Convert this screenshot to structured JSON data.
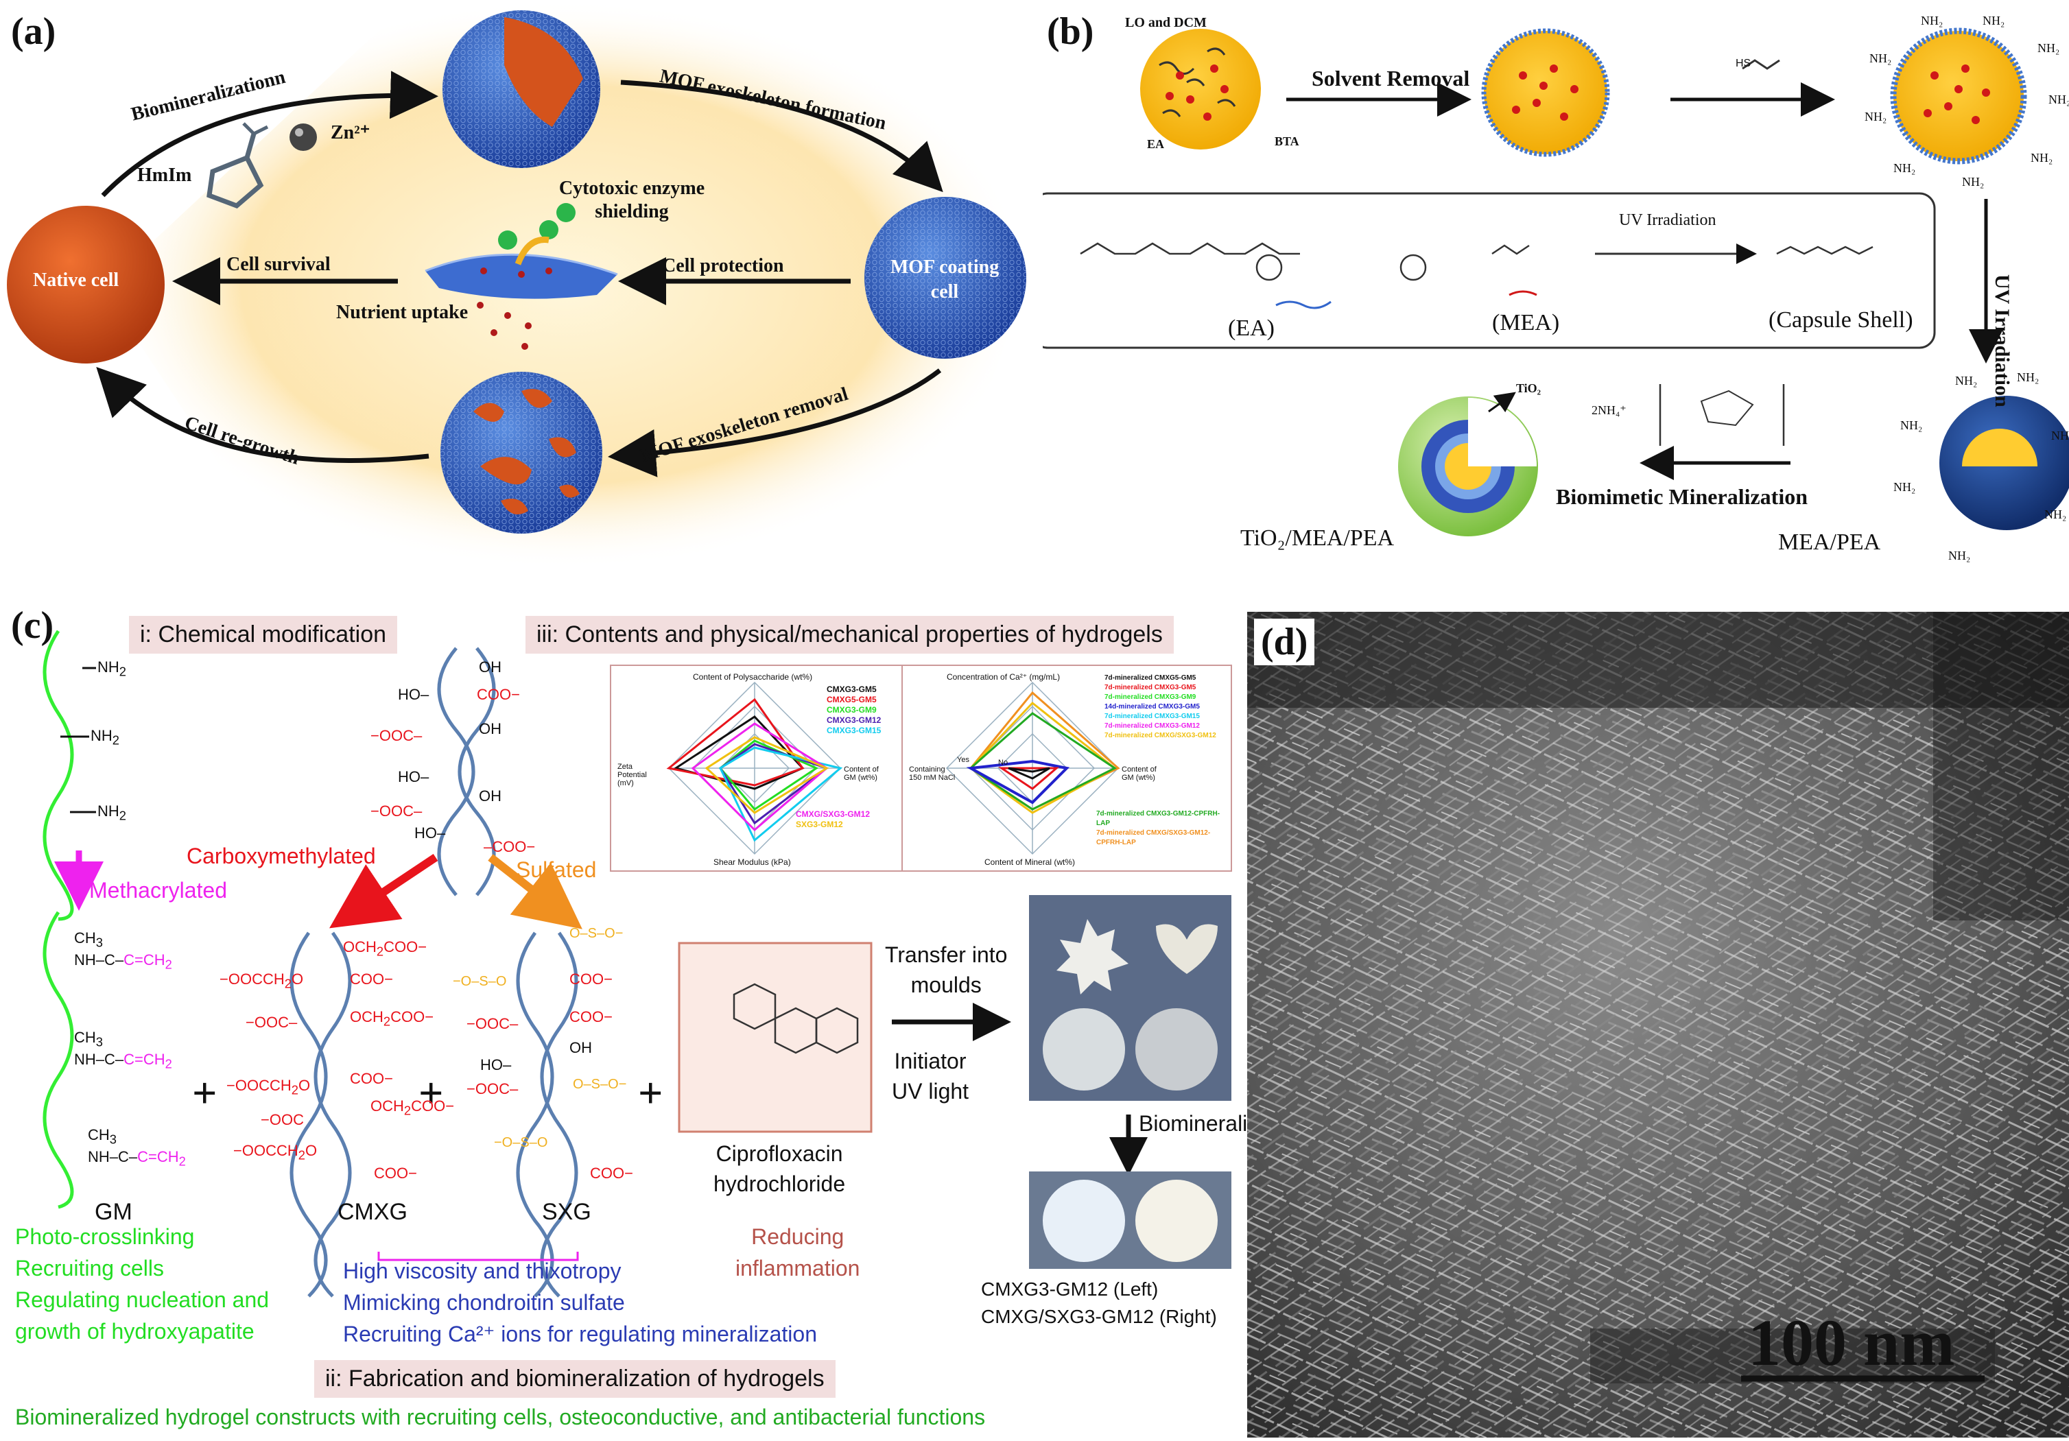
{
  "panel_a": {
    "label": "(a)",
    "native_cell": "Native cell",
    "biomineralization": "Biomineralizationn",
    "hmim": "HmIm",
    "zn": "Zn²⁺",
    "mof_formation": "MOF exoskeleton formation",
    "cytotoxic": "Cytotoxic enzyme shielding",
    "cell_survival": "Cell survival",
    "cell_protection": "Cell protection",
    "nutrient_uptake": "Nutrient uptake",
    "mof_coating": "MOF coating cell",
    "cell_regrowth": "Cell re-growth",
    "mof_removal": "MOF exoskeleton removal"
  },
  "panel_b": {
    "label": "(b)",
    "lo_dcm": "LO and DCM",
    "ea_small": "EA",
    "bta": "BTA",
    "solvent_removal": "Solvent Removal",
    "uv_irradiation_side": "UV Irradiation",
    "uv_irradiation_box": "UV Irradiation",
    "ea_label": "(EA)",
    "mea_label": "(MEA)",
    "capsule_shell": "(Capsule Shell)",
    "nh2": "NH₂",
    "hs": "HS",
    "tio2_small": "TiO₂",
    "nh4": "2NH₄⁺",
    "biomimetic": "Biomimetic Mineralization",
    "tio2_mea_pea": "TiO₂/MEA/PEA",
    "mea_pea": "MEA/PEA"
  },
  "panel_c": {
    "label": "(c)",
    "header_i": "i:  Chemical modification",
    "header_iii": "iii:  Contents and physical/mechanical properties of hydrogels",
    "header_ii": "ii:  Fabrication and biomineralization of hydrogels",
    "carboxymethylated": "Carboxymethylated",
    "sulfated": "Sulfated",
    "methacrylated": "Methacrylated",
    "gm": "GM",
    "cmxg": "CMXG",
    "sxg": "SXG",
    "cipro_line1": "Ciprofloxacin",
    "cipro_line2": "hydrochloride",
    "transfer_line1": "Transfer into",
    "transfer_line2": "moulds",
    "initiator_line1": "Initiator",
    "initiator_line2": "UV light",
    "biomineralize": "Biomineralize",
    "left_right_1": "CMXG3-GM12 (Left)",
    "left_right_2": "CMXG/SXG3-GM12 (Right)",
    "gm_props": [
      "Photo-crosslinking",
      "Recruiting cells",
      "Regulating nucleation and",
      "growth of hydroxyapatite"
    ],
    "xg_props": [
      "High viscosity and thixotropy",
      "Mimicking chondroitin sulfate",
      "Recruiting Ca²⁺ ions for regulating mineralization"
    ],
    "reducing_line1": "Reducing",
    "reducing_line2": "inflammation",
    "bottom_line": "Biomineralized hydrogel constructs with recruiting cells,  osteoconductive, and antibacterial functions",
    "radar1": {
      "top": "Content of Polysaccharide (wt%)",
      "left": "Zeta Potential (mV)",
      "right": "Content of GM (wt%)",
      "bottom": "Shear Modulus (kPa)",
      "legend": [
        "CMXG3-GM5",
        "CMXG5-GM5",
        "CMXG3-GM9",
        "CMXG3-GM12",
        "CMXG3-GM15",
        "CMXG/SXG3-GM12",
        "SXG3-GM12"
      ],
      "legend_colors": [
        "#111111",
        "#e8141c",
        "#22dd22",
        "#4b1fb0",
        "#11ccee",
        "#ee22ee",
        "#f0c010"
      ]
    },
    "radar2": {
      "top": "Concentration of Ca²⁺ (mg/mL)",
      "left": "Containing 150 mM NaCl",
      "right": "Content of GM (wt%)",
      "bottom": "Content of Mineral (wt%)",
      "yes": "Yes",
      "no": "No",
      "legend": [
        "7d-mineralized CMXG5-GM5",
        "7d-mineralized CMXG3-GM5",
        "7d-mineralized CMXG3-GM9",
        "14d-mineralized CMXG3-GM5",
        "7d-mineralized CMXG3-GM15",
        "7d-mineralized CMXG3-GM12",
        "7d-mineralized CMXG/SXG3-GM12"
      ],
      "legend_colors": [
        "#111111",
        "#e8141c",
        "#22dd22",
        "#2222cc",
        "#11ccee",
        "#ee22ee",
        "#f0c010"
      ],
      "legend2": [
        "7d-mineralized CMXG3-GM12-CPFRH-LAP",
        "7d-mineralized CMXG/SXG3-GM12-CPFRH-LAP"
      ],
      "legend2_colors": [
        "#22aa22",
        "#f09020"
      ]
    }
  },
  "panel_d": {
    "label": "(d)",
    "scale": "100 nm"
  }
}
